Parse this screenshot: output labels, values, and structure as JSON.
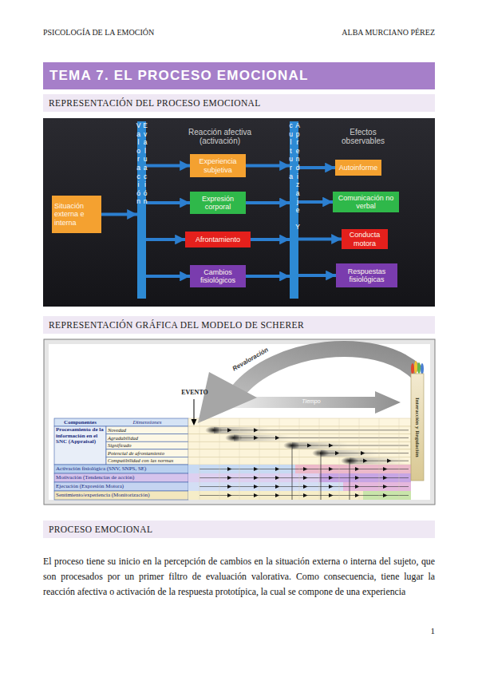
{
  "diagram": {
    "title": "TEMA 7. EL PROCESO EMOCIONAL",
    "nodes": [
      {
        "text": [
          "REPRESENTACIÓN DEL PROCESO EMOCIONAL"
        ]
      },
      {
        "text": [
          "Situación externa e interna"
        ]
      },
      {
        "text": [
          "Evaluación Valoración"
        ]
      },
      {
        "text": [
          "Experiencia subjetiva"
        ]
      },
      {
        "text": [
          "Expresión corporal"
        ]
      },
      {
        "text": [
          "Afrontamiento"
        ]
      },
      {
        "text": [
          "Cambios fisiológicos"
        ]
      },
      {
        "text": [
          "Aprendizaje Y cultura"
        ]
      },
      {
        "text": [
          "Autoinforme"
        ]
      },
      {
        "text": [
          "Comunicación no verbal"
        ]
      },
      {
        "text": [
          "Conducta motora"
        ]
      },
      {
        "text": [
          "Respuestas fisiológicas"
        ]
      },
      {
        "text": [
          "REPRESENTACIÓN GRÁFICA DEL MODELO DE SCHERER"
        ]
      },
      {
        "text": [
          "PROCESO EMOCIONAL"
        ]
      }
    ],
    "edges": [
      {
        "from": 1,
        "to": 2,
        "arrow": "to"
      },
      {
        "from": 2,
        "to": 3,
        "arrow": "to"
      },
      {
        "from": 2,
        "to": 4,
        "arrow": "to"
      },
      {
        "from": 2,
        "to": 5,
        "arrow": "to"
      },
      {
        "from": 2,
        "to": 6,
        "arrow": "to"
      },
      {
        "from": 3,
        "to": 7,
        "arrow": "to"
      },
      {
        "from": 4,
        "to": 7,
        "arrow": "to"
      },
      {
        "from": 5,
        "to": 7,
        "arrow": "to"
      },
      {
        "from": 6,
        "to": 7,
        "arrow": "to"
      },
      {
        "from": 7,
        "to": 8,
        "arrow": "to"
      },
      {
        "from": 7,
        "to": 9,
        "arrow": "to"
      },
      {
        "from": 7,
        "to": 10,
        "arrow": "to"
      },
      {
        "from": 7,
        "to": 11,
        "arrow": "to"
      }
    ],
    "labels": [
      "PSICOLOGÍA DE LA EMOCIÓN",
      "ALBA MURCIANO PÉREZ",
      "Reacción afectiva (activación)",
      "Efectos observables",
      "EVENTO",
      "Revaloración",
      "Tiempo",
      "Interacción y Regulación",
      "Componentes",
      "Dimensiones",
      "Procesamiento de la información en el SNC (Appraisal)",
      "Novedad",
      "Agradabilidad",
      "Significado",
      "Potencial de afrontamiento",
      "Compatibilidad con las normas",
      "Activación fisiológica (SNV, SNPS, SE)",
      "Motivación (Tendencias de acción)",
      "Ejecución (Expresión Motora)",
      "Sentimiento/experiencia (Monitorización)",
      "El proceso tiene su inicio en la percepción de cambios en la situación externa o interna del sujeto, que son procesados por un primer filtro de evaluación valorativa. Como consecuencia, tiene lugar la reacción afectiva o activación de la respuesta prototípica, la cual se compone de una experiencia",
      "1"
    ]
  }
}
